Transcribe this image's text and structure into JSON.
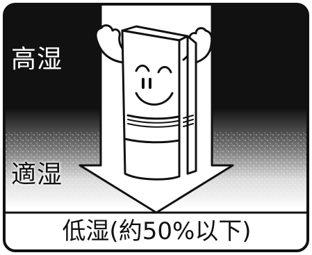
{
  "diagram": {
    "labels": {
      "high": "高湿",
      "mid": "適湿",
      "low": "低湿(約50%以下)"
    },
    "colors": {
      "ink": "#111111",
      "background_dark": "#111111",
      "paper": "#ffffff"
    },
    "mascot": "dehumidifier-mascot",
    "arrow": "down-arrow-icon"
  }
}
